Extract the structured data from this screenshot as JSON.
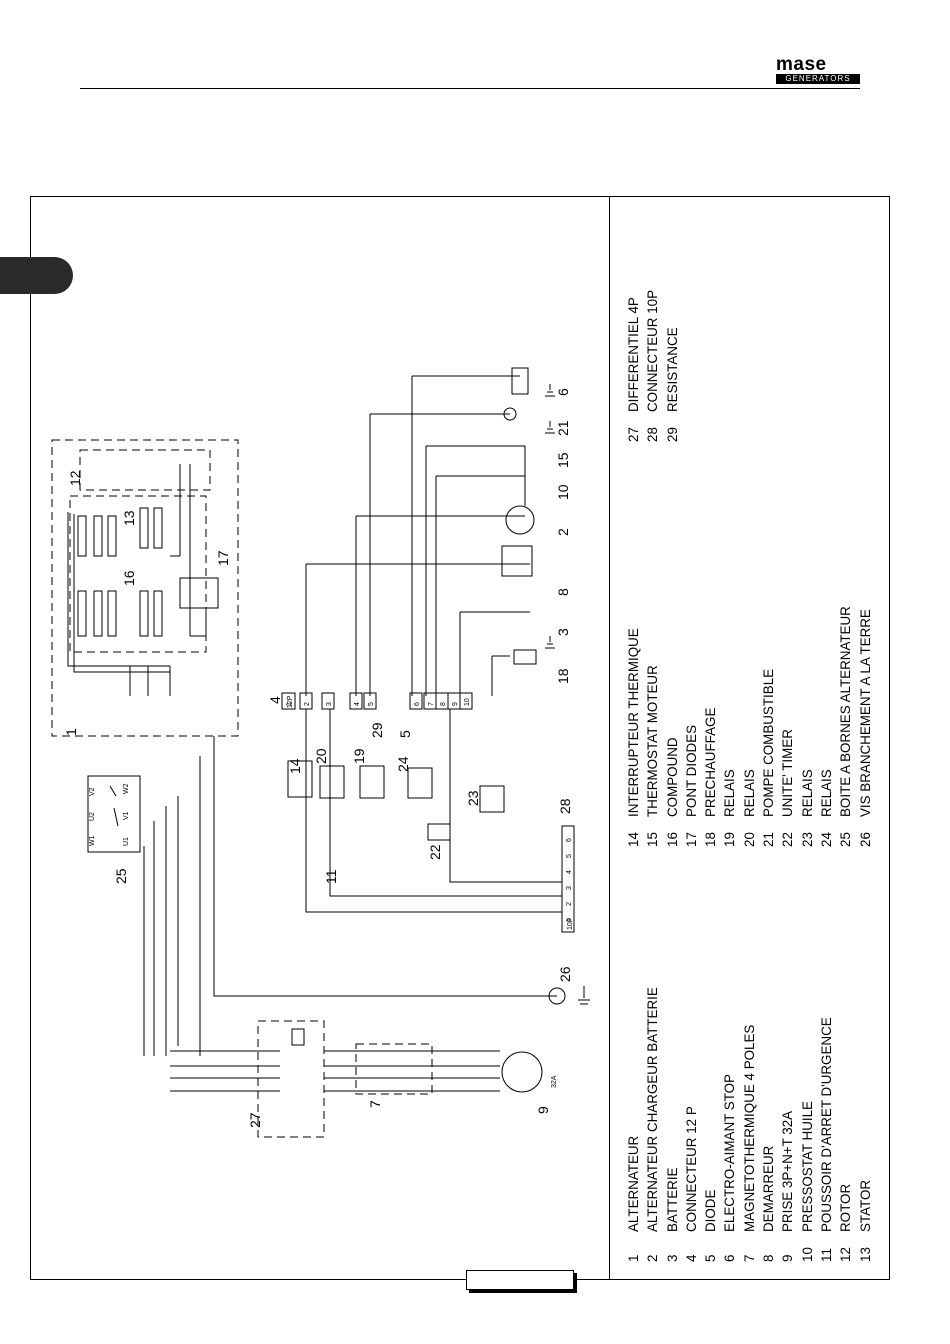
{
  "brand": {
    "name": "mase",
    "subtitle": "GENERATORS"
  },
  "legend": {
    "col1": [
      {
        "num": "1",
        "label": "ALTERNATEUR"
      },
      {
        "num": "2",
        "label": "ALTERNATEUR CHARGEUR BATTERIE"
      },
      {
        "num": "3",
        "label": "BATTERIE"
      },
      {
        "num": "4",
        "label": "CONNECTEUR 12 P"
      },
      {
        "num": "5",
        "label": "DIODE"
      },
      {
        "num": "6",
        "label": "ELECTRO-AIMANT STOP"
      },
      {
        "num": "7",
        "label": "MAGNETOTHERMIQUE 4 POLES"
      },
      {
        "num": "8",
        "label": "DEMARREUR"
      },
      {
        "num": "9",
        "label": "PRISE 3P+N+T 32A"
      },
      {
        "num": "10",
        "label": "PRESSOSTAT HUILE"
      },
      {
        "num": "11",
        "label": "POUSSOIR D'ARRET D'URGENCE"
      },
      {
        "num": "12",
        "label": "ROTOR"
      },
      {
        "num": "13",
        "label": "STATOR"
      }
    ],
    "col2": [
      {
        "num": "14",
        "label": "INTERRUPTEUR THERMIQUE"
      },
      {
        "num": "15",
        "label": "THERMOSTAT MOTEUR"
      },
      {
        "num": "16",
        "label": "COMPOUND"
      },
      {
        "num": "17",
        "label": "PONT DIODES"
      },
      {
        "num": "18",
        "label": "PRECHAUFFAGE"
      },
      {
        "num": "19",
        "label": "RELAIS"
      },
      {
        "num": "20",
        "label": "RELAIS"
      },
      {
        "num": "21",
        "label": "POMPE COMBUSTIBLE"
      },
      {
        "num": "22",
        "label": "UNITE' TIMER"
      },
      {
        "num": "23",
        "label": "RELAIS"
      },
      {
        "num": "24",
        "label": "RELAIS"
      },
      {
        "num": "25",
        "label": "BOITE A BORNES ALTERNATEUR"
      },
      {
        "num": "26",
        "label": "VIS BRANCHEMENT A LA TERRE"
      }
    ],
    "col3": [
      {
        "num": "27",
        "label": "DIFFERENTIEL 4P"
      },
      {
        "num": "28",
        "label": "CONNECTEUR 10P"
      },
      {
        "num": "29",
        "label": "RESISTANCE"
      }
    ]
  },
  "diagram": {
    "component_numbers": [
      "1",
      "2",
      "3",
      "4",
      "5",
      "6",
      "7",
      "8",
      "9",
      "10",
      "11",
      "12",
      "13",
      "14",
      "15",
      "16",
      "17",
      "18",
      "19",
      "20",
      "21",
      "22",
      "23",
      "24",
      "25",
      "26",
      "27",
      "28",
      "29"
    ],
    "connector_12p_label": "12P",
    "connector_10p_label": "10P",
    "connector_12p_pins": [
      "1",
      "2",
      "3",
      "4",
      "5",
      "6",
      "7",
      "8",
      "9",
      "10"
    ],
    "connector_10p_pins": [
      "1",
      "2",
      "3",
      "4",
      "5",
      "6"
    ],
    "terminal_box_labels": [
      "V2",
      "U2",
      "W1",
      "W2",
      "V1",
      "U1"
    ],
    "socket_rating": "32A"
  }
}
